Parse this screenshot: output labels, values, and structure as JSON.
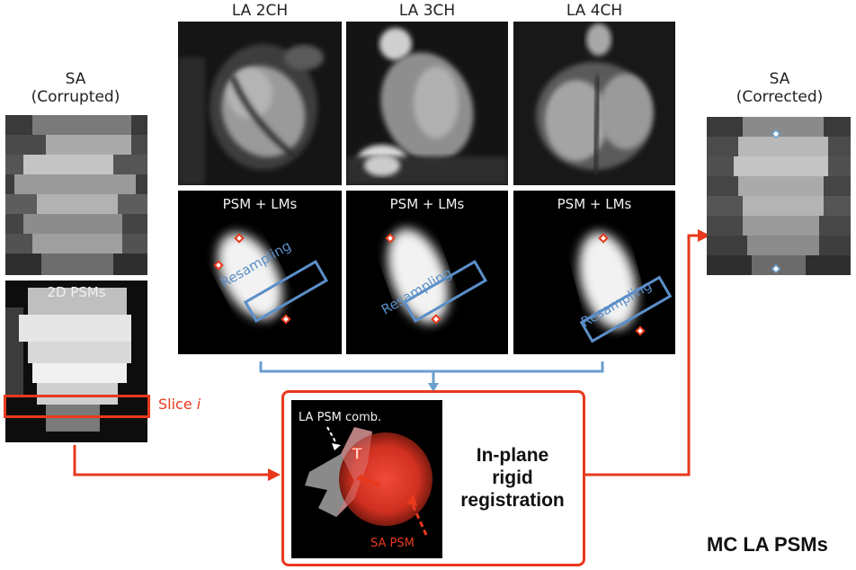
{
  "headers": {
    "la2ch": "LA 2CH",
    "la3ch": "LA 3CH",
    "la4ch": "LA 4CH",
    "sa_corrupted_line1": "SA",
    "sa_corrupted_line2": "(Corrupted)",
    "sa_corrected_line1": "SA",
    "sa_corrected_line2": "(Corrected)"
  },
  "psm_label": "PSM + LMs",
  "psm_2d_label": "2D PSMs",
  "resampling_label": "Resampling",
  "slice_label": "Slice",
  "slice_index": "i",
  "registration": {
    "line1": "In-plane",
    "line2": "rigid",
    "line3": "registration",
    "la_comb": "LA PSM comb.",
    "transform_symbol": "T",
    "sa_psm": "SA PSM"
  },
  "title": "MC LA PSMs",
  "colors": {
    "arrow_red": "#e8391d",
    "arrow_blue": "#6a9fd0",
    "resample_box": "#5b8fc9",
    "landmark": "#e8391d"
  }
}
